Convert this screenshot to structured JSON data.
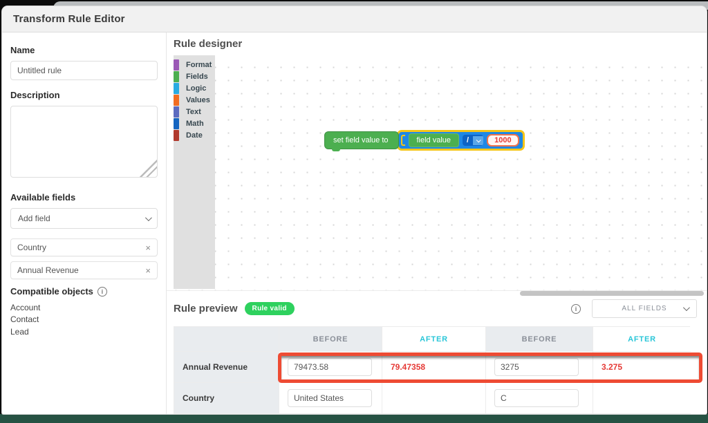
{
  "modal": {
    "title": "Transform Rule Editor"
  },
  "sidebar": {
    "name_label": "Name",
    "name_value": "Untitled rule",
    "description_label": "Description",
    "description_value": "",
    "available_fields_label": "Available fields",
    "add_field_placeholder": "Add field",
    "field_chips": [
      {
        "label": "Country"
      },
      {
        "label": "Annual Revenue"
      }
    ],
    "compatible_objects_label": "Compatible objects",
    "compatible_objects": {
      "0": "Account",
      "1": "Contact",
      "2": "Lead"
    }
  },
  "designer": {
    "title": "Rule designer",
    "categories": [
      {
        "label": "Format",
        "color": "#9b59b6"
      },
      {
        "label": "Fields",
        "color": "#4caf50"
      },
      {
        "label": "Logic",
        "color": "#29abe2"
      },
      {
        "label": "Values",
        "color": "#f26d21"
      },
      {
        "label": "Text",
        "color": "#5c6bc0"
      },
      {
        "label": "Math",
        "color": "#1565c0"
      },
      {
        "label": "Date",
        "color": "#b03a2e"
      }
    ],
    "block": {
      "set_label": "set field value to",
      "field_label": "field value",
      "operator": "/",
      "operand": "1000"
    }
  },
  "preview": {
    "title": "Rule preview",
    "badge": "Rule valid",
    "filter_value": "ALL FIELDS",
    "table": {
      "headers": {
        "0": "",
        "1": "BEFORE",
        "2": "AFTER",
        "3": "BEFORE",
        "4": "AFTER"
      },
      "rows": [
        {
          "label": "Annual Revenue",
          "before1": "79473.58",
          "after1": "79.47358",
          "before2": "3275",
          "after2": "3.275",
          "highlighted": true
        },
        {
          "label": "Country",
          "before1": "United States",
          "after1": "",
          "before2": "C",
          "after2": ""
        }
      ]
    }
  },
  "icons": {
    "close": "×",
    "info": "i"
  },
  "colors": {
    "badge_green": "#2ed15e",
    "after_cyan": "#29c6d8",
    "changed_red": "#e53935",
    "highlight_red": "#ee4b33",
    "bottom_bar_green": "#265243"
  }
}
